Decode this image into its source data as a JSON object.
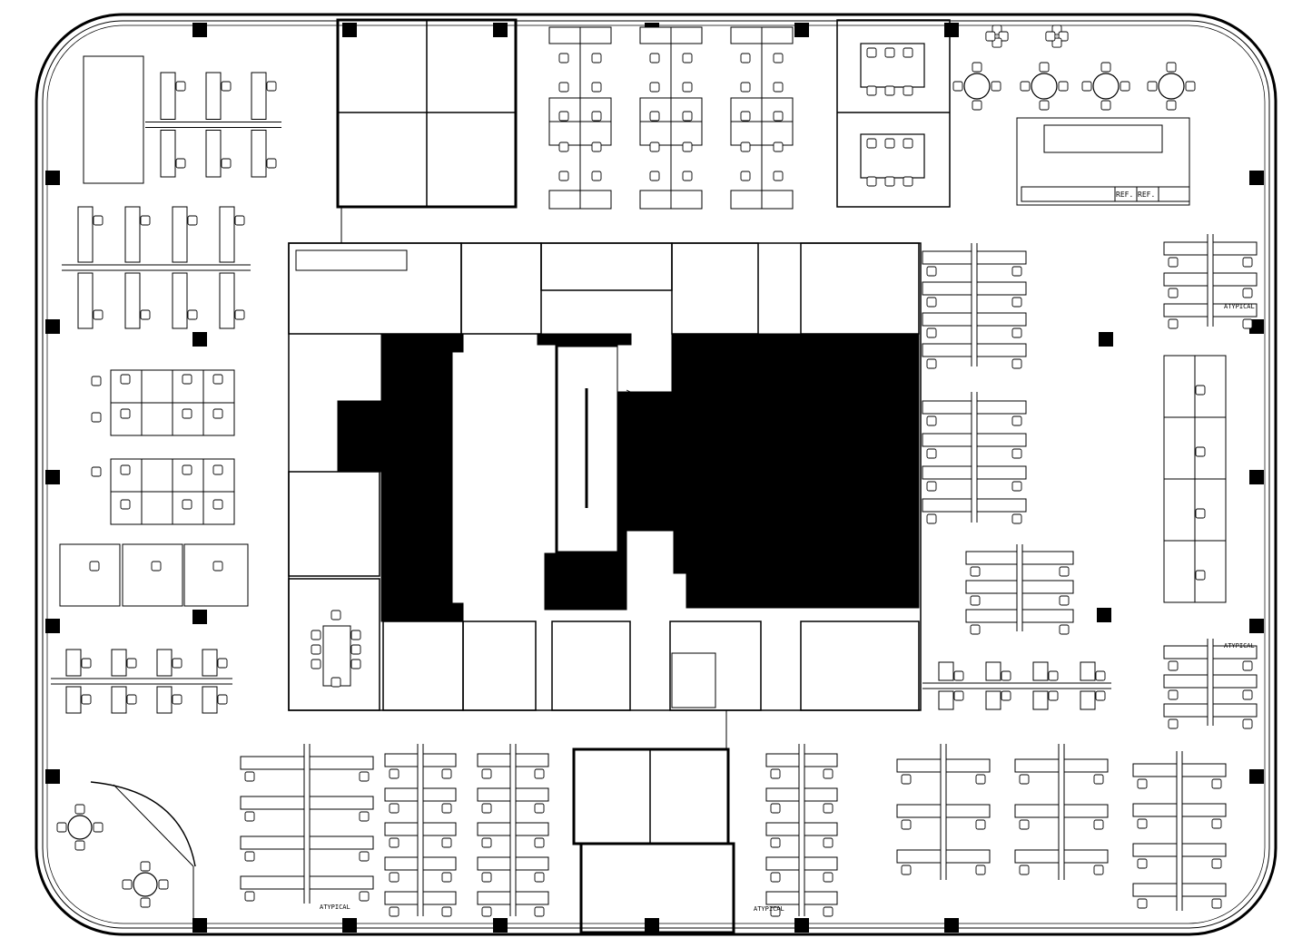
{
  "labels": {
    "atypical": "ATYPICAL",
    "ref_1": "REF.",
    "ref_2": "REF."
  },
  "colors": {
    "line": "#000000",
    "background": "#ffffff",
    "core_fill": "#000000"
  },
  "icons": {
    "column": "column-square",
    "chair": "chair-icon",
    "door": "door-swing-icon"
  }
}
